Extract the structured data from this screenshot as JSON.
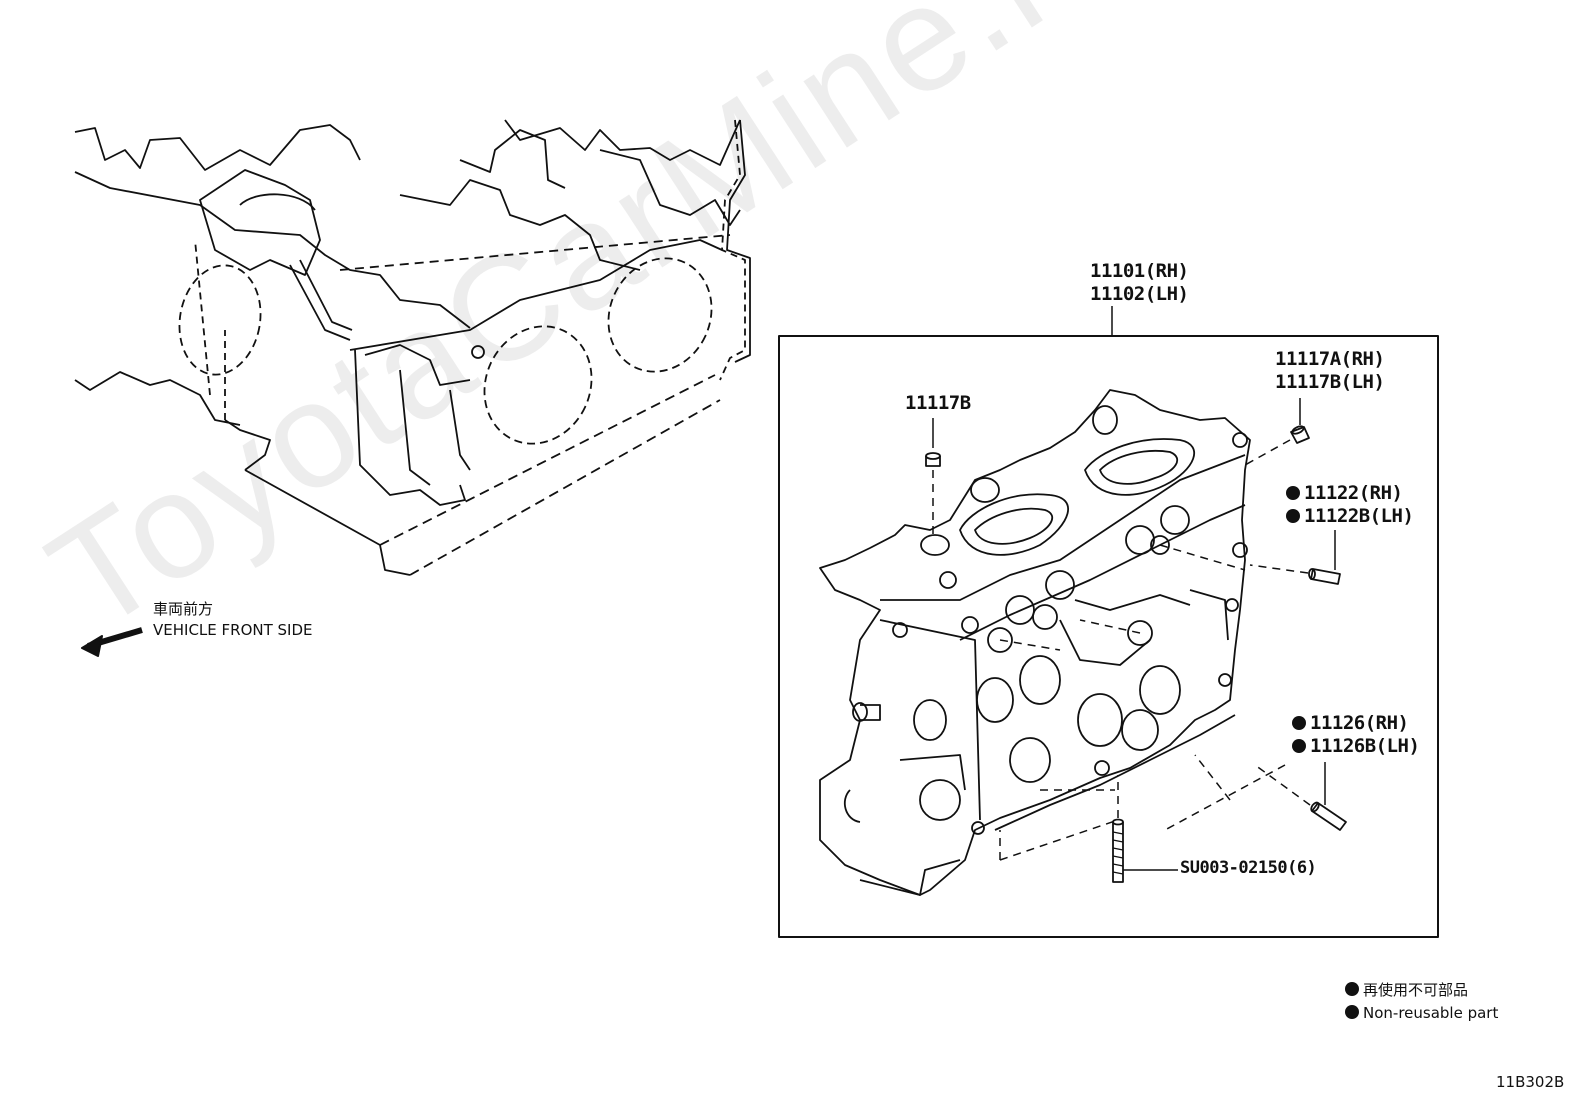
{
  "watermark": "ToyotaCarMine.ru",
  "orientation": {
    "jp": "車両前方",
    "en": "VEHICLE FRONT SIDE"
  },
  "assembly": {
    "line1": "11101(RH)",
    "line2": "11102(LH)"
  },
  "parts": {
    "plug_center": "11117B",
    "plug_right_rh": "11117A(RH)",
    "plug_right_lh": "11117B(LH)",
    "pin_rh": "11122(RH)",
    "pin_lh": "11122B(LH)",
    "pin2_rh": "11126(RH)",
    "pin2_lh": "11126B(LH)",
    "stud": "SU003-02150(6)"
  },
  "legend": {
    "jp": "再使用不可部品",
    "en": "Non-reusable part"
  },
  "figure_code": "11B302B"
}
